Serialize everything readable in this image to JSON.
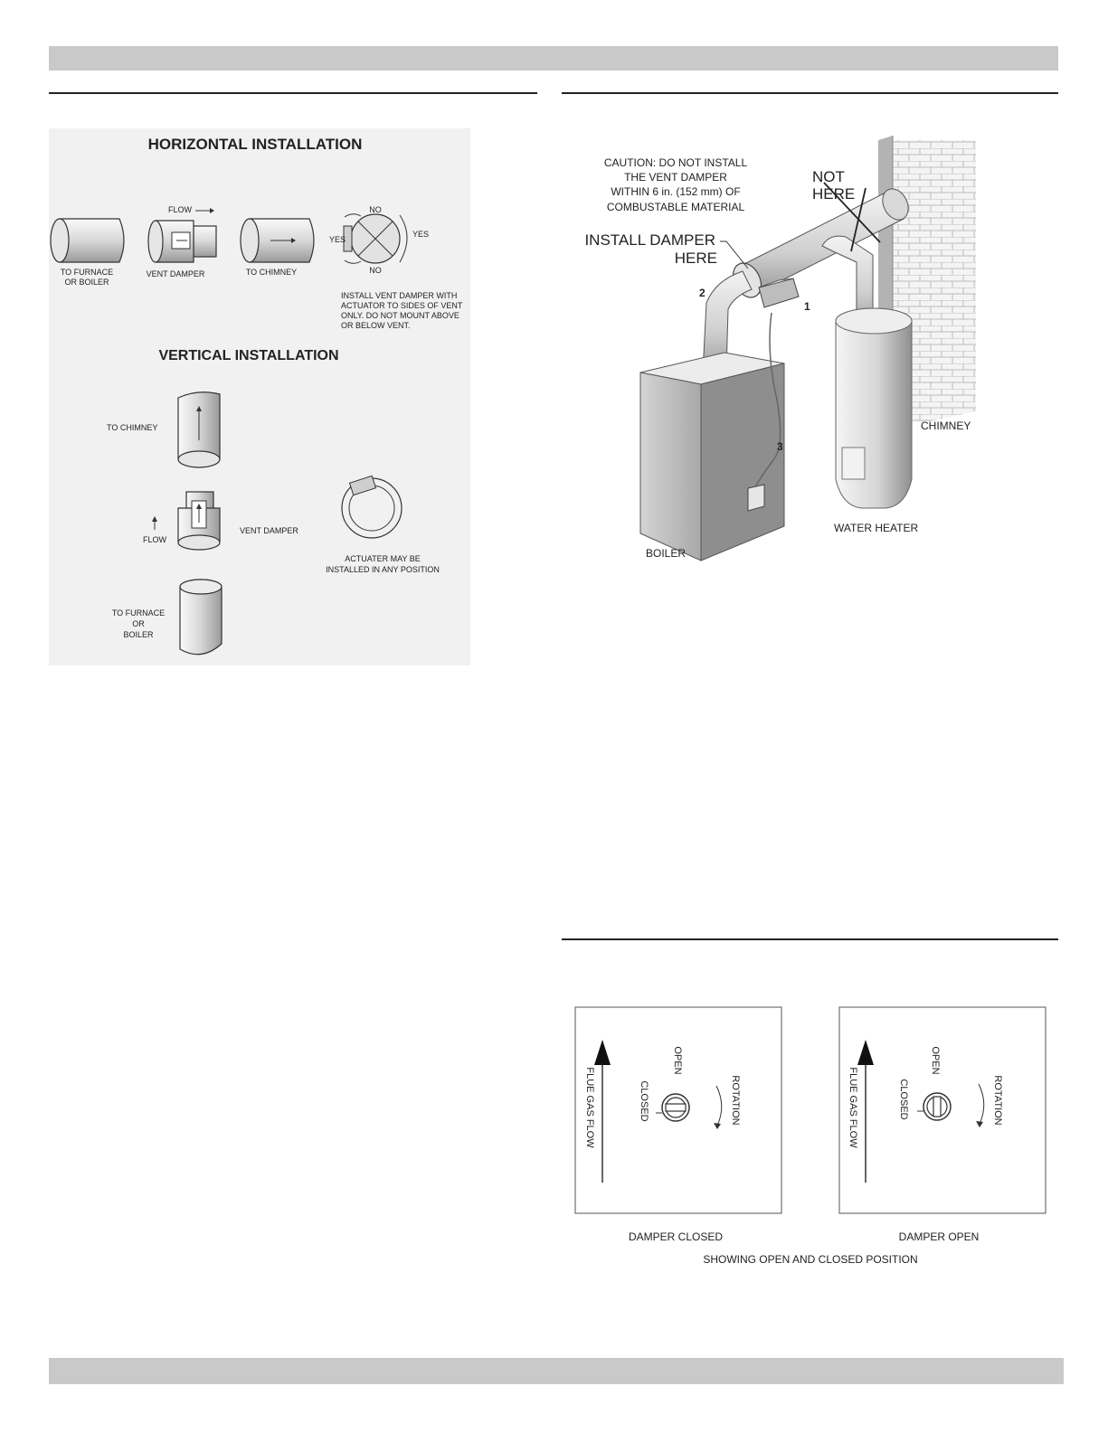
{
  "colors": {
    "bar": "#c9c9c9",
    "figure_bg": "#f1f1f1",
    "ink": "#222222"
  },
  "figure_left": {
    "horizontal_title": "HORIZONTAL INSTALLATION",
    "flow": "FLOW",
    "to_furnace_1": "TO FURNACE",
    "to_furnace_2": "OR BOILER",
    "vent_damper": "VENT DAMPER",
    "to_chimney": "TO CHIMNEY",
    "no_top": "NO",
    "no_bottom": "NO",
    "yes_left": "YES",
    "yes_right": "YES",
    "note_1": "INSTALL VENT DAMPER WITH",
    "note_2": "ACTUATOR TO SIDES OF VENT",
    "note_3": "ONLY. DO NOT MOUNT ABOVE",
    "note_4": "OR BELOW VENT.",
    "vertical_title": "VERTICAL INSTALLATION",
    "v_to_chimney": "TO CHIMNEY",
    "v_flow": "FLOW",
    "v_vent_damper": "VENT DAMPER",
    "actuator_1": "ACTUATER MAY BE",
    "actuator_2": "INSTALLED IN ANY POSITION",
    "v_furnace_1": "TO FURNACE",
    "v_furnace_2": "OR",
    "v_furnace_3": "BOILER"
  },
  "figure_right": {
    "caution_1": "CAUTION: DO NOT INSTALL",
    "caution_2": "THE VENT DAMPER",
    "caution_3": "WITHIN 6 in. (152 mm) OF",
    "caution_4": "COMBUSTABLE MATERIAL",
    "not_1": "NOT",
    "not_2": "HERE",
    "install_1": "INSTALL DAMPER",
    "install_2": "HERE",
    "n1": "1",
    "n2": "2",
    "n3": "3",
    "chimney": "CHIMNEY",
    "water_heater": "WATER HEATER",
    "boiler": "BOILER"
  },
  "figure_damper": {
    "flue_gas_flow": "FLUE GAS FLOW",
    "open": "OPEN",
    "closed": "CLOSED",
    "rotation": "ROTATION",
    "caption_closed": "DAMPER CLOSED",
    "caption_open": "DAMPER OPEN",
    "caption_main": "SHOWING OPEN AND CLOSED POSITION"
  }
}
